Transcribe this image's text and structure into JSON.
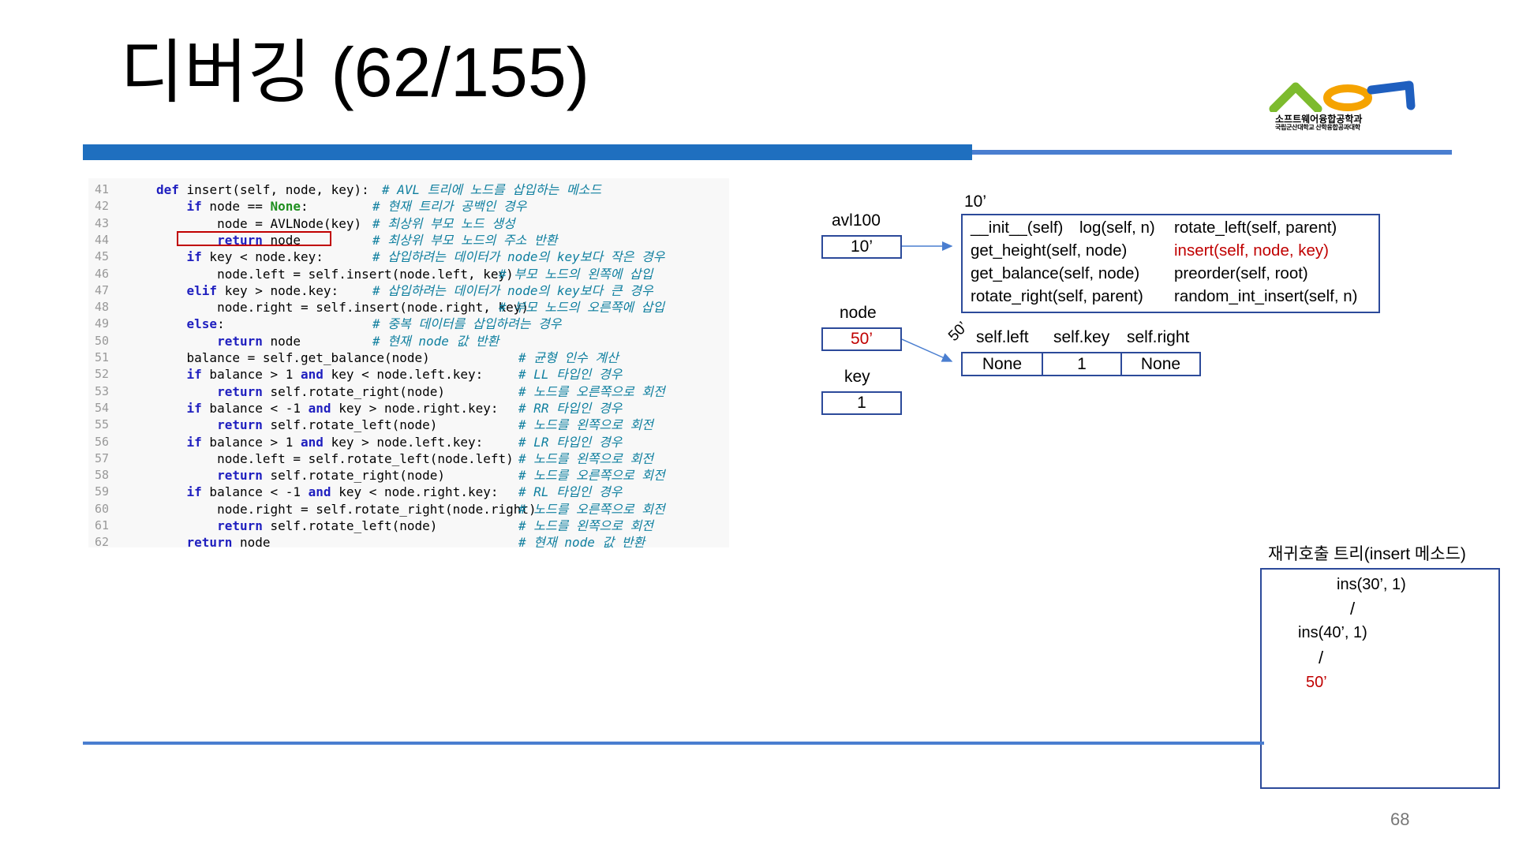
{
  "slide": {
    "title": "디버깅 (62/155)",
    "page_number": "68"
  },
  "logo": {
    "name": "소프트웨어융합공학과",
    "subtitle": "국립군산대학교 산학융합공과대학",
    "colors": [
      "#7dbb2e",
      "#f5a300",
      "#1f5fbf"
    ]
  },
  "code": {
    "lines": [
      {
        "n": "41",
        "text": "def insert(self, node, key):",
        "comment": "# AVL 트리에 노드를 삽입하는 메소드"
      },
      {
        "n": "42",
        "text": "    if node == None:",
        "comment": "# 현재 트리가 공백인 경우"
      },
      {
        "n": "43",
        "text": "        node = AVLNode(key)",
        "comment": "# 최상위 부모 노드 생성"
      },
      {
        "n": "44",
        "text": "        return node",
        "comment": "# 최상위 부모 노드의 주소 반환"
      },
      {
        "n": "45",
        "text": "    if key < node.key:",
        "comment": "# 삽입하려는 데이터가 node의 key보다 작은 경우"
      },
      {
        "n": "46",
        "text": "        node.left = self.insert(node.left, key)",
        "comment": "# 부모 노드의 왼쪽에 삽입"
      },
      {
        "n": "47",
        "text": "    elif key > node.key:",
        "comment": "# 삽입하려는 데이터가 node의 key보다 큰 경우"
      },
      {
        "n": "48",
        "text": "        node.right = self.insert(node.right, key)",
        "comment": "# 부모 노드의 오른쪽에 삽입"
      },
      {
        "n": "49",
        "text": "    else:",
        "comment": "# 중복 데이터를 삽입하려는 경우"
      },
      {
        "n": "50",
        "text": "        return node",
        "comment": "# 현재 node 값 반환"
      },
      {
        "n": "51",
        "text": "    balance = self.get_balance(node)",
        "comment": "# 균형 인수 계산"
      },
      {
        "n": "52",
        "text": "    if balance > 1 and key < node.left.key:",
        "comment": "# LL 타입인 경우"
      },
      {
        "n": "53",
        "text": "        return self.rotate_right(node)",
        "comment": "# 노드를 오른쪽으로 회전"
      },
      {
        "n": "54",
        "text": "    if balance < -1 and key > node.right.key:",
        "comment": "# RR 타입인 경우"
      },
      {
        "n": "55",
        "text": "        return self.rotate_left(node)",
        "comment": "# 노드를 왼쪽으로 회전"
      },
      {
        "n": "56",
        "text": "    if balance > 1 and key > node.left.key:",
        "comment": "# LR 타입인 경우"
      },
      {
        "n": "57",
        "text": "        node.left = self.rotate_left(node.left)",
        "comment": "# 노드를 왼쪽으로 회전"
      },
      {
        "n": "58",
        "text": "        return self.rotate_right(node)",
        "comment": "# 노드를 오른쪽으로 회전"
      },
      {
        "n": "59",
        "text": "    if balance < -1 and key < node.right.key:",
        "comment": "# RL 타입인 경우"
      },
      {
        "n": "60",
        "text": "        node.right = self.rotate_right(node.right)",
        "comment": "# 노드를 오른쪽으로 회전"
      },
      {
        "n": "61",
        "text": "        return self.rotate_left(node)",
        "comment": "# 노드를 왼쪽으로 회전"
      },
      {
        "n": "62",
        "text": "    return node",
        "comment": "# 현재 node 값 반환"
      }
    ]
  },
  "vars": {
    "avl100": {
      "label": "avl100",
      "value": "10’"
    },
    "node": {
      "label": "node",
      "value": "50’"
    },
    "key": {
      "label": "key",
      "value": "1"
    }
  },
  "avl_object": {
    "address": "10’",
    "methods": [
      "__init__(self)",
      "log(self, n)",
      "rotate_left(self, parent)",
      "get_height(self, node)",
      "insert(self, node, key)",
      "get_balance(self, node)",
      "preorder(self, root)",
      "rotate_right(self, parent)",
      "random_int_insert(self, n)"
    ]
  },
  "node_object": {
    "address": "50’",
    "headers": [
      "self.left",
      "self.key",
      "self.right"
    ],
    "values": [
      "None",
      "1",
      "None"
    ]
  },
  "recursion_tree": {
    "title": "재귀호출 트리(insert 메소드)",
    "calls": [
      "ins(30’, 1)",
      "ins(40’, 1)",
      "50’"
    ],
    "connector": "/"
  },
  "colors": {
    "accent": "#1f6fbf",
    "highlight": "#c00000",
    "box_border": "#2c4a9a"
  }
}
